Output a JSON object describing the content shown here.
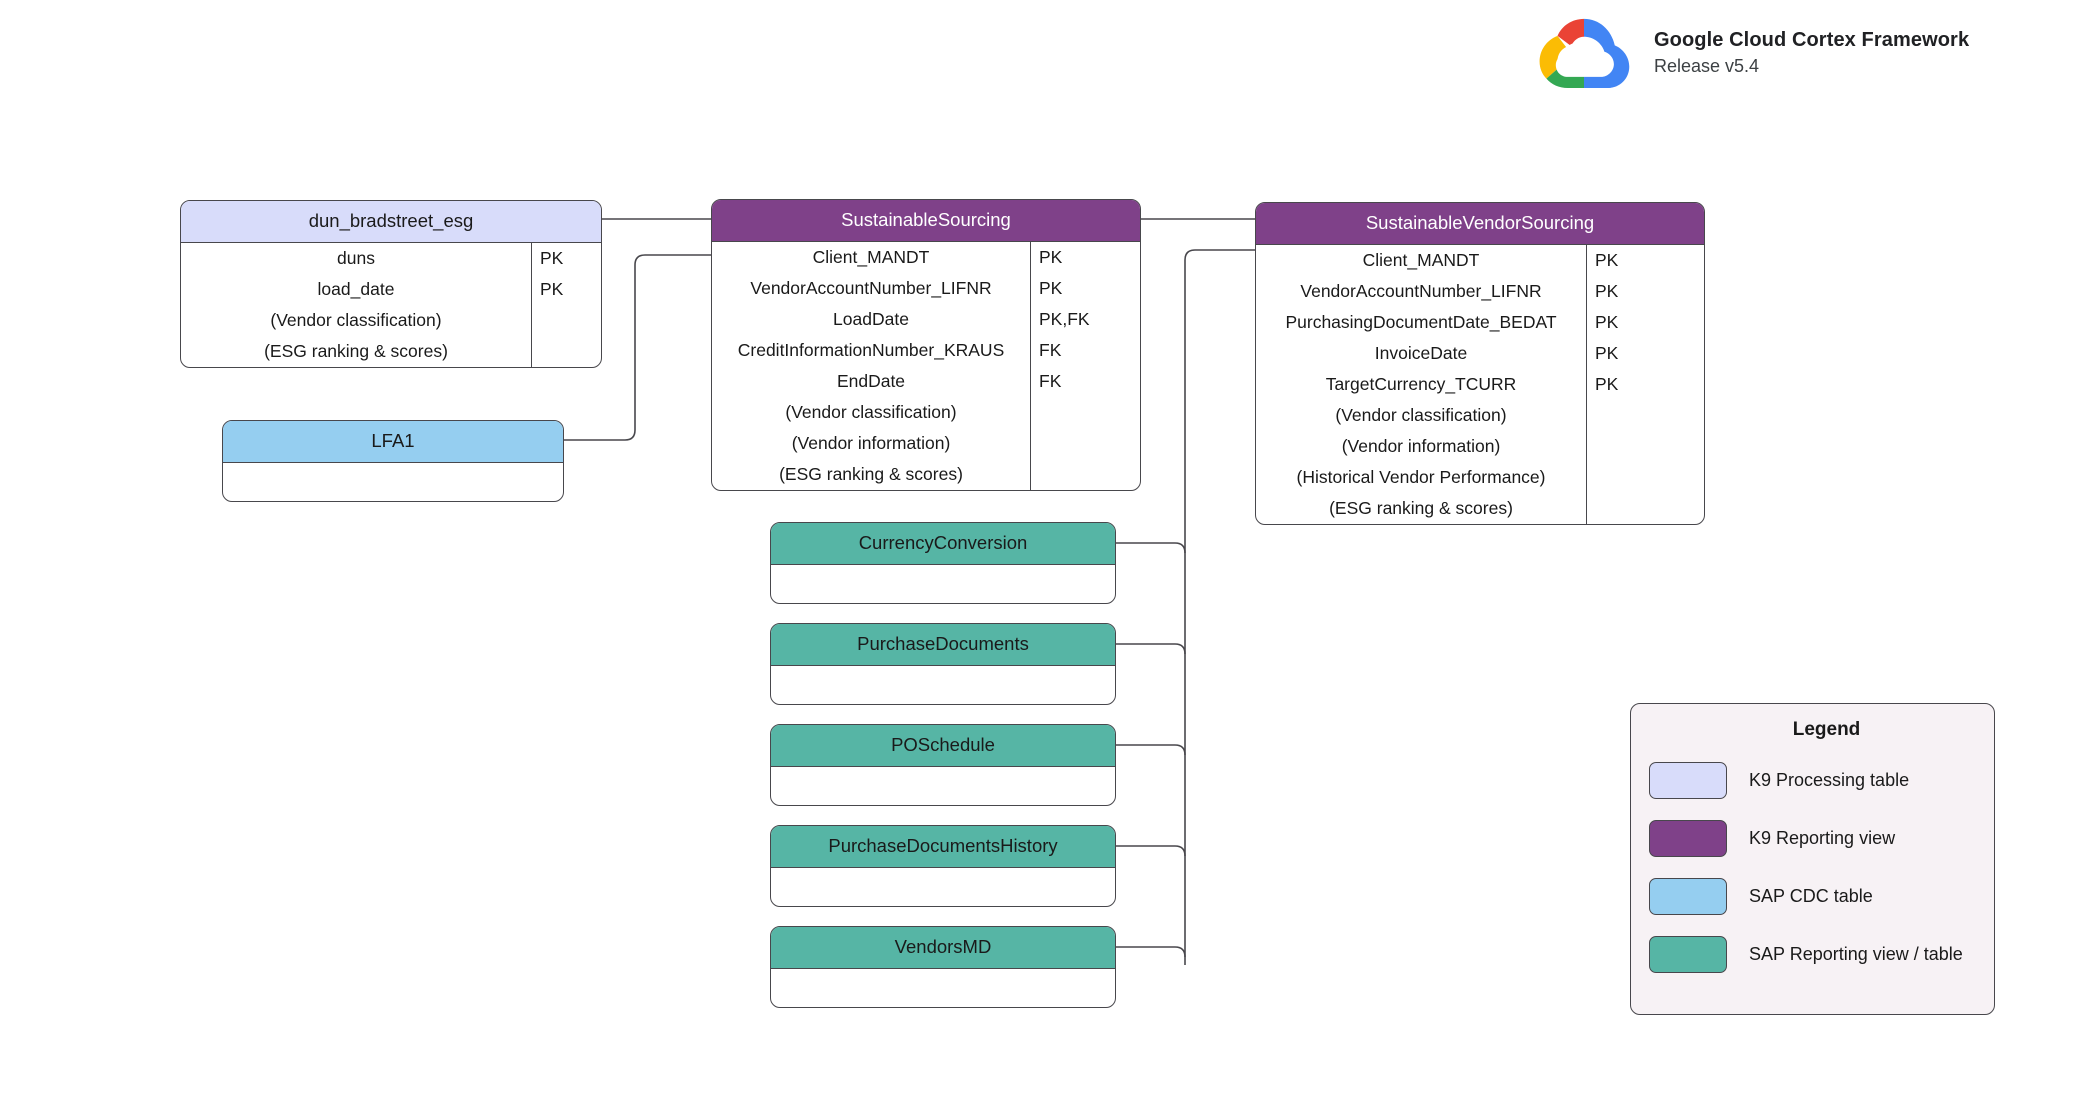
{
  "brand": {
    "title": "Google Cloud Cortex Framework",
    "release": "Release v5.4",
    "logo_icon": "google-cloud-logo",
    "logo_colors": {
      "red": "#ea4335",
      "yellow": "#fbbc04",
      "green": "#34a853",
      "blue": "#4285f4"
    }
  },
  "palette": {
    "k9_processing_table": "#d8dcfa",
    "k9_reporting_view": "#7f4189",
    "sap_cdc_table": "#95cef0",
    "sap_reporting_view": "#56b5a5",
    "border": "#48474c",
    "legend_background": "#f7f2f5"
  },
  "entities": {
    "dun_bradstreet_esg": {
      "title": "dun_bradstreet_esg",
      "type": "K9 Processing table",
      "fields": [
        "duns",
        "load_date",
        "(Vendor classification)",
        "(ESG ranking & scores)"
      ],
      "keys": [
        "PK",
        "PK",
        "",
        ""
      ]
    },
    "sustainable_sourcing": {
      "title": "SustainableSourcing",
      "type": "K9 Reporting view",
      "fields": [
        "Client_MANDT",
        "VendorAccountNumber_LIFNR",
        "LoadDate",
        "CreditInformationNumber_KRAUS",
        "EndDate",
        "(Vendor classification)",
        "(Vendor information)",
        "(ESG ranking & scores)"
      ],
      "keys": [
        "PK",
        "PK",
        "PK,FK",
        "FK",
        "FK",
        "",
        "",
        ""
      ]
    },
    "sustainable_vendor_sourcing": {
      "title": "SustainableVendorSourcing",
      "type": "K9 Reporting view",
      "fields": [
        "Client_MANDT",
        "VendorAccountNumber_LIFNR",
        "PurchasingDocumentDate_BEDAT",
        "InvoiceDate",
        "TargetCurrency_TCURR",
        "(Vendor classification)",
        "(Vendor information)",
        "(Historical Vendor Performance)",
        "(ESG ranking & scores)"
      ],
      "keys": [
        "PK",
        "PK",
        "PK",
        "PK",
        "PK",
        "",
        "",
        "",
        ""
      ]
    },
    "lfa1": {
      "title": "LFA1",
      "type": "SAP CDC table",
      "fields": [],
      "keys": []
    },
    "currency_conversion": {
      "title": "CurrencyConversion",
      "type": "SAP Reporting view / table",
      "fields": [],
      "keys": []
    },
    "purchase_documents": {
      "title": "PurchaseDocuments",
      "type": "SAP Reporting view / table",
      "fields": [],
      "keys": []
    },
    "po_schedule": {
      "title": "POSchedule",
      "type": "SAP Reporting view / table",
      "fields": [],
      "keys": []
    },
    "purchase_documents_history": {
      "title": "PurchaseDocumentsHistory",
      "type": "SAP Reporting view / table",
      "fields": [],
      "keys": []
    },
    "vendors_md": {
      "title": "VendorsMD",
      "type": "SAP Reporting view / table",
      "fields": [],
      "keys": []
    }
  },
  "legend": {
    "title": "Legend",
    "items": [
      {
        "label": "K9 Processing table",
        "color": "#d8dcfa"
      },
      {
        "label": "K9 Reporting view",
        "color": "#7f4189"
      },
      {
        "label": "SAP CDC table",
        "color": "#95cef0"
      },
      {
        "label": "SAP Reporting view / table",
        "color": "#56b5a5"
      }
    ]
  }
}
